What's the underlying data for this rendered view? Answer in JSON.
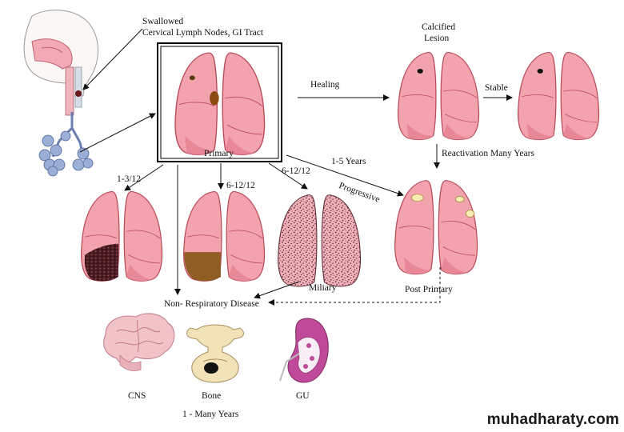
{
  "labels": {
    "swallowed_line1": "Swallowed",
    "swallowed_line2": "Cervical Lymph Nodes, GI Tract",
    "primary": "Primary",
    "healing": "Healing",
    "calcified_line1": "Calcified",
    "calcified_line2": "Lesion",
    "stable": "Stable",
    "reactivation": "Reactivation Many Years",
    "one_five_years": "1-5 Years",
    "progressive": "Progressive",
    "post_primary": "Post Primary",
    "t_1_3_12": "1-3/12",
    "t_6_12_12_a": "6-12/12",
    "t_6_12_12_b": "6-12/12",
    "miliary": "Miliary",
    "non_respiratory": "Non- Respiratory Disease",
    "cns": "CNS",
    "bone": "Bone",
    "gu": "GU",
    "one_many_years": "1 - Many Years"
  },
  "watermark": "muhadharaty.com",
  "colors": {
    "lung_fill": "#f3a3ad",
    "lung_edge": "#b84a5a",
    "lung_lower": "#e5808e",
    "effusion": "#8a5a1c",
    "collapse": "#3b1a1e",
    "cavity": "#f6ebb0",
    "brain": "#f1c2c8",
    "kidney": "#c04a9a",
    "bone": "#f2e2b8"
  },
  "icons": [
    "head-airway-icon",
    "bronchial-tree-icon",
    "lung-icon",
    "brain-icon",
    "vertebra-icon",
    "kidney-icon"
  ]
}
